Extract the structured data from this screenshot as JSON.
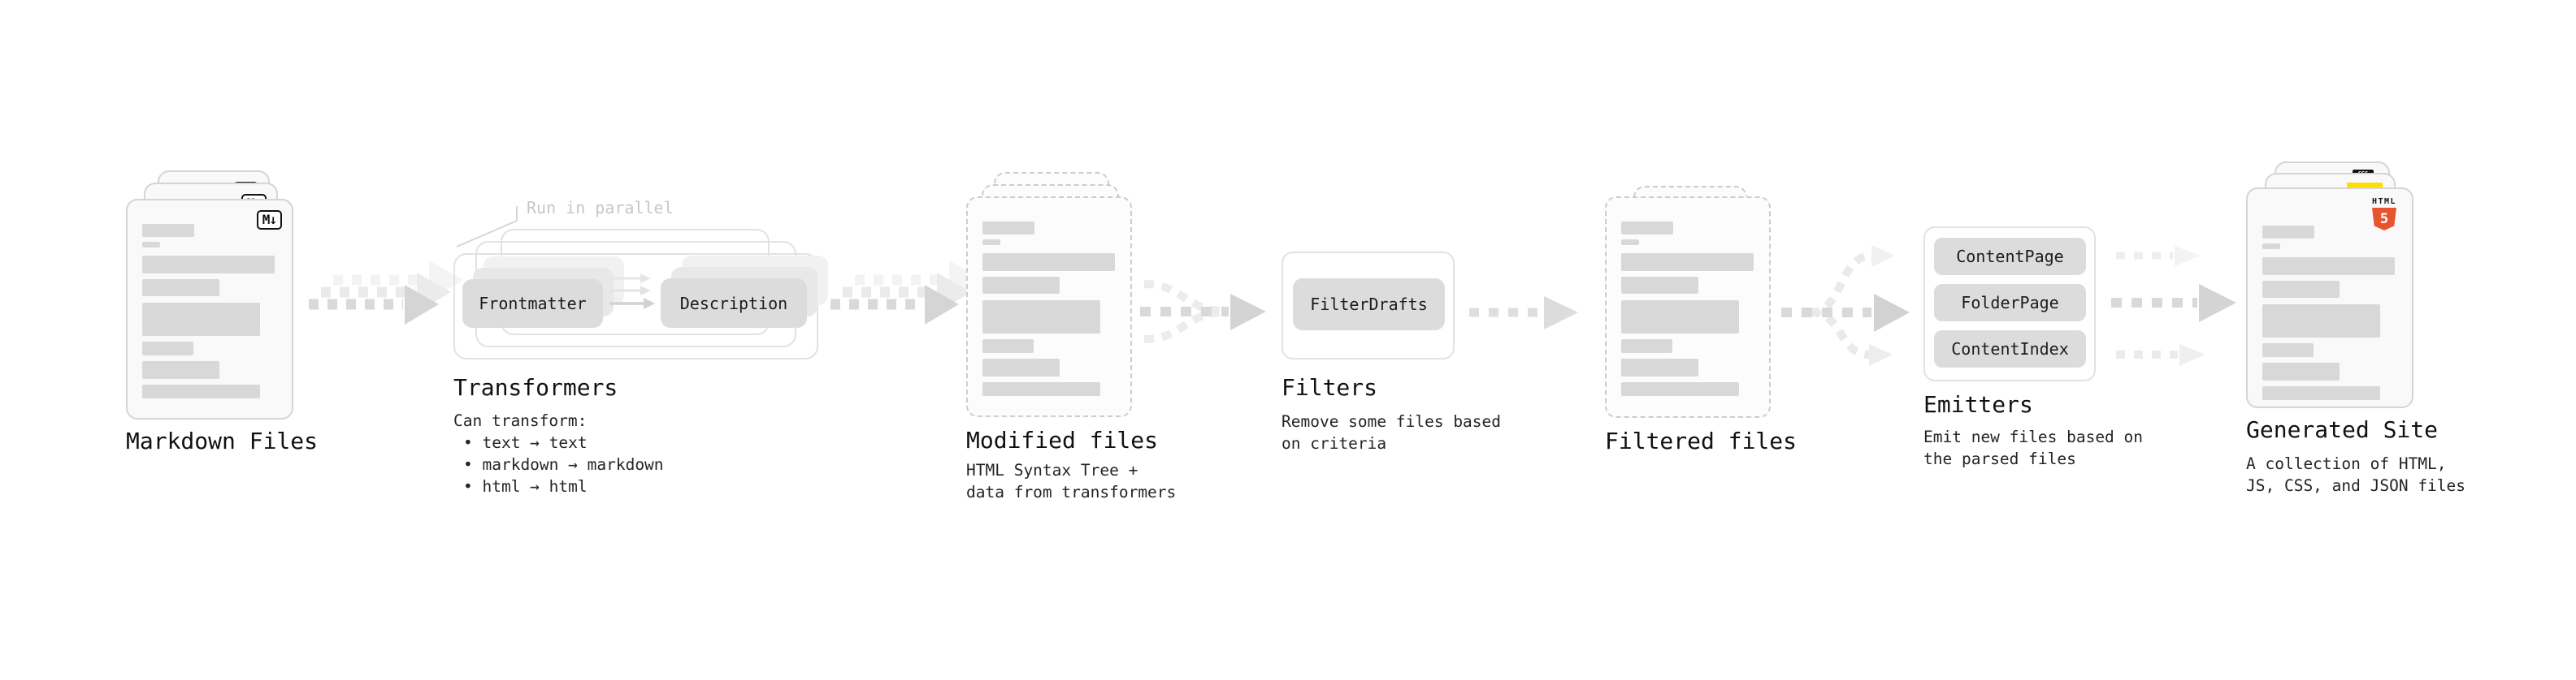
{
  "diagram": {
    "stage1": {
      "title": "Markdown Files"
    },
    "stage2": {
      "note": "Run in parallel",
      "btn1": "Frontmatter",
      "btn2": "Description",
      "title": "Transformers",
      "desc1": "Can transform:",
      "desc2": "• text → text",
      "desc3": "• markdown → markdown",
      "desc4": "• html → html"
    },
    "stage3": {
      "title": "Modified files",
      "desc1": "HTML Syntax Tree +",
      "desc2": "data from transformers"
    },
    "stage4": {
      "btn1": "FilterDrafts",
      "title": "Filters",
      "desc1": "Remove some files based",
      "desc2": "on criteria"
    },
    "stage5": {
      "title": "Filtered files"
    },
    "stage6": {
      "btn1": "ContentPage",
      "btn2": "FolderPage",
      "btn3": "ContentIndex",
      "title": "Emitters",
      "desc1": "Emit new files based on",
      "desc2": "the parsed files"
    },
    "stage7": {
      "title": "Generated Site",
      "desc1": "A collection of HTML,",
      "desc2": "JS, CSS, and JSON files"
    },
    "icons": {
      "markdown": "M↓",
      "html_word": "HTML",
      "html5_number": "5",
      "css": "CSS"
    },
    "colors": {
      "html5_orange": "#e8542f",
      "js_yellow": "#ffdd00",
      "css_blue": "#2062af"
    }
  }
}
